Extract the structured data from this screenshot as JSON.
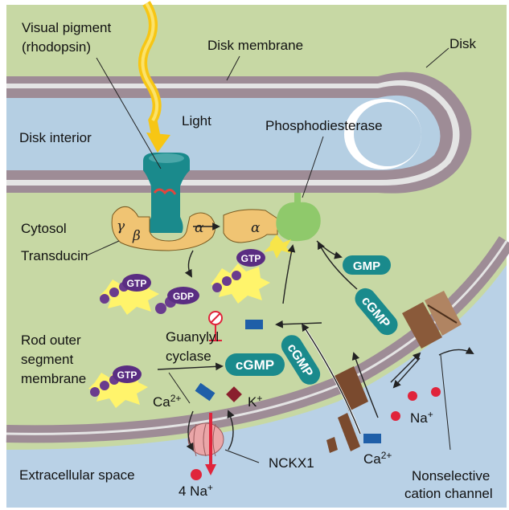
{
  "labels": {
    "visual_pigment_line1": "Visual pigment",
    "visual_pigment_line2": "(rhodopsin)",
    "disk_membrane": "Disk membrane",
    "disk": "Disk",
    "light": "Light",
    "disk_interior": "Disk interior",
    "phosphodiesterase": "Phosphodiesterase",
    "cytosol": "Cytosol",
    "transducin": "Transducin",
    "rod_outer_line1": "Rod outer",
    "rod_outer_line2": "segment",
    "rod_outer_line3": "membrane",
    "guanylyl_line1": "Guanylyl",
    "guanylyl_line2": "cyclase",
    "ca_left": "Ca",
    "ca_left_sup": "2+",
    "k_plus": "K",
    "k_plus_sup": "+",
    "na_plus": "Na",
    "na_plus_sup": "+",
    "ca_right": "Ca",
    "ca_right_sup": "2+",
    "nckx1": "NCKX1",
    "extracellular": "Extracellular space",
    "four_na": "4 Na",
    "four_na_sup": "+",
    "nonselective_line1": "Nonselective",
    "nonselective_line2": "cation channel"
  },
  "greek": {
    "gamma": "γ",
    "beta": "β",
    "alpha_left": "α",
    "alpha_right": "α"
  },
  "molecules": {
    "gtp": "GTP",
    "gdp": "GDP",
    "gmp": "GMP",
    "cgmp": "cGMP"
  },
  "colors": {
    "cytosol": "#c5d6a2",
    "disk_interior": "#b5cfe3",
    "membrane": "#9e8c96",
    "teal": "#1a8a8c",
    "transducin": "#f0c473",
    "pde": "#8fc96b",
    "gtp_purple": "#5a2d82",
    "light_yellow": "#f7c614"
  }
}
